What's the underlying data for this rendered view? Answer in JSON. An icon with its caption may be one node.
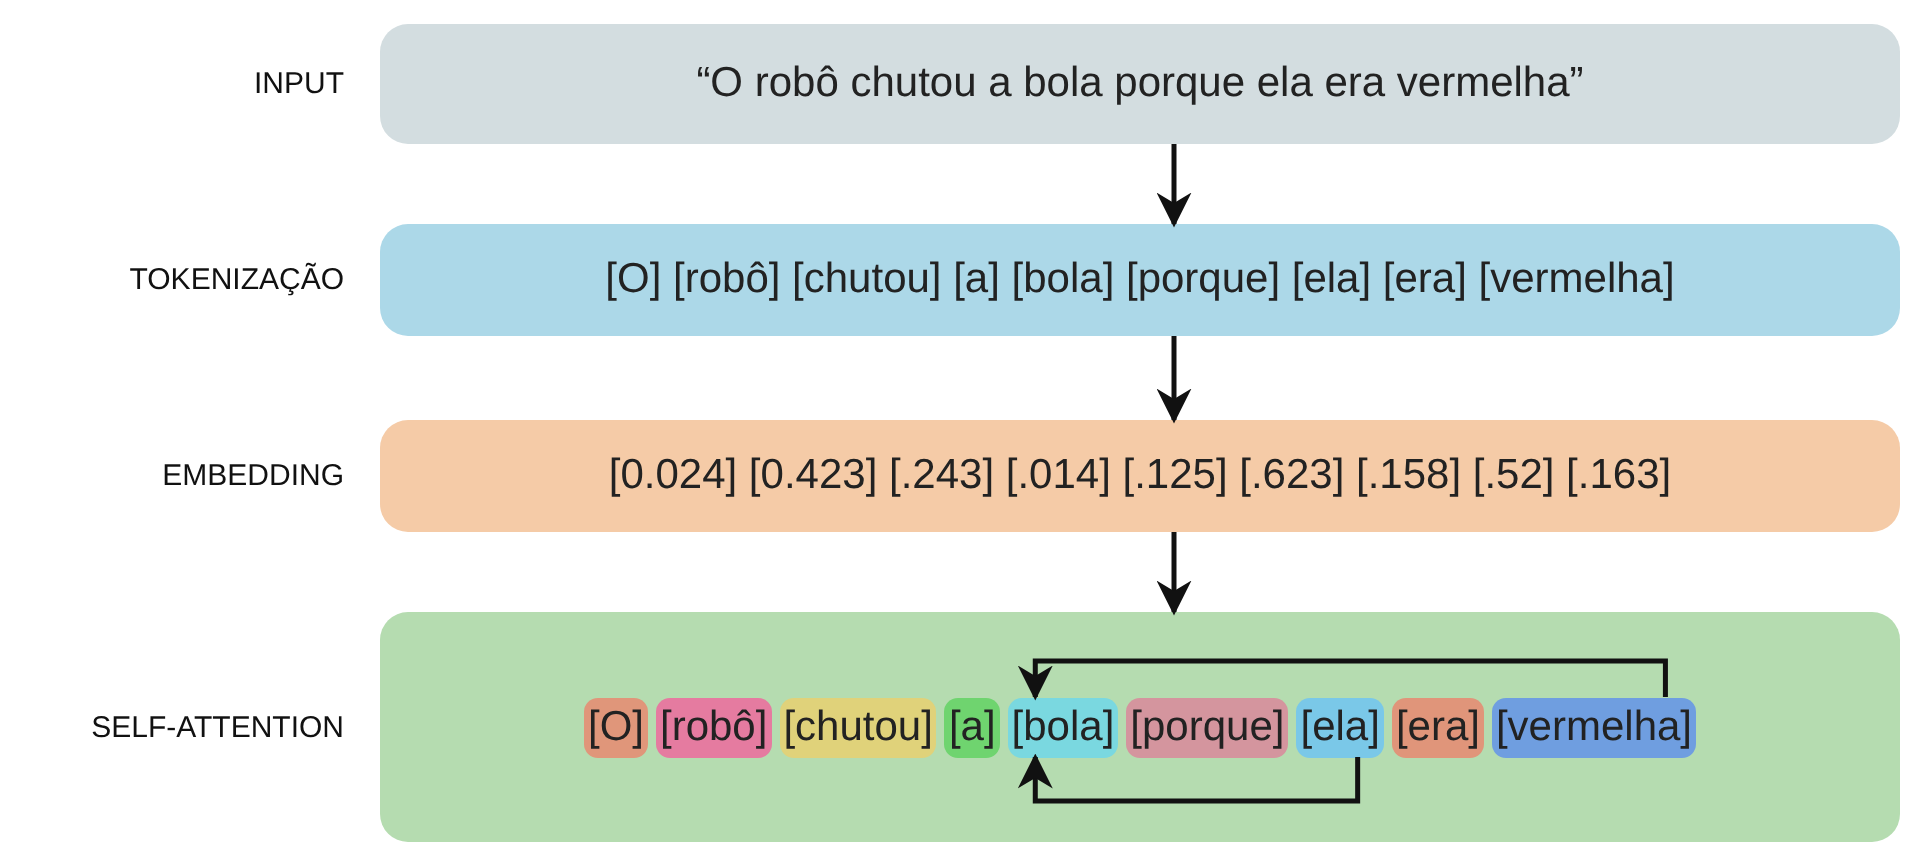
{
  "diagram": {
    "nodes": [
      {
        "text": [
          "INPUT",
          "“O robô chutou a bola porque ela era vermelha”"
        ]
      },
      {
        "text": [
          "TOKENIZAÇÃO",
          "[O] [robô] [chutou] [a] [bola] [porque] [ela] [era] [vermelha]"
        ]
      },
      {
        "text": [
          "EMBEDDING",
          "[0.024] [0.423] [.243] [.014] [.125] [.623] [.158] [.52] [.163]"
        ]
      },
      {
        "text": [
          "SELF-ATTENTION"
        ]
      },
      {
        "text": [
          "[O]"
        ],
        "in": 3
      },
      {
        "text": [
          "[robô]"
        ],
        "in": 3
      },
      {
        "text": [
          "[chutou]"
        ],
        "in": 3
      },
      {
        "text": [
          "[a]"
        ],
        "in": 3
      },
      {
        "text": [
          "[bola]"
        ],
        "in": 3
      },
      {
        "text": [
          "[porque]"
        ],
        "in": 3
      },
      {
        "text": [
          "[ela]"
        ],
        "in": 3
      },
      {
        "text": [
          "[era]"
        ],
        "in": 3
      },
      {
        "text": [
          "[vermelha]"
        ],
        "in": 3
      }
    ],
    "edges": [
      {
        "from": 0,
        "to": 1,
        "arrow": "to"
      },
      {
        "from": 1,
        "to": 2,
        "arrow": "to"
      },
      {
        "from": 2,
        "to": 3,
        "arrow": "to"
      },
      {
        "from": 12,
        "to": 8,
        "arrow": "to"
      },
      {
        "from": 10,
        "to": 8,
        "arrow": "to"
      }
    ]
  }
}
